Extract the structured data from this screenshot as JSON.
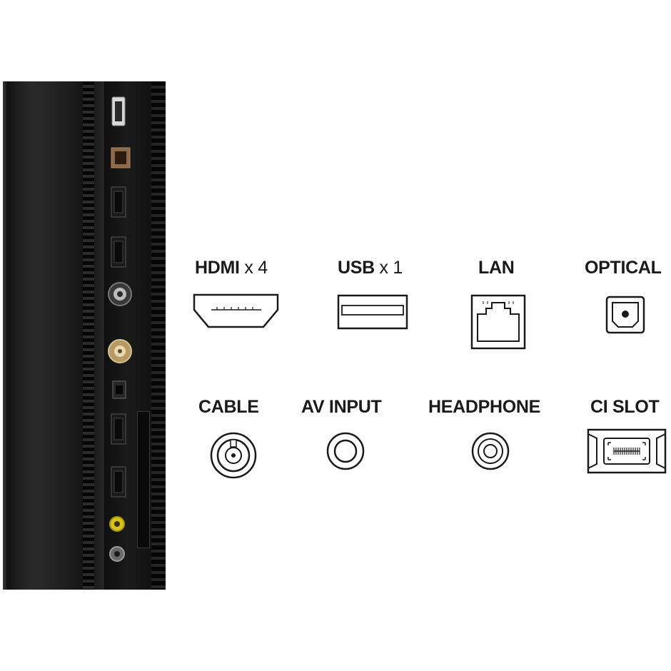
{
  "ports": {
    "hdmi": {
      "name": "HDMI",
      "qty": "x 4",
      "icon": "hdmi-port-icon"
    },
    "usb": {
      "name": "USB",
      "qty": "x 1",
      "icon": "usb-port-icon"
    },
    "lan": {
      "name": "LAN",
      "icon": "ethernet-port-icon"
    },
    "optical": {
      "name": "OPTICAL",
      "icon": "optical-port-icon"
    },
    "cable": {
      "name": "CABLE",
      "icon": "coax-port-icon"
    },
    "av_input": {
      "name": "AV INPUT",
      "icon": "av-jack-icon"
    },
    "headphone": {
      "name": "HEADPHONE",
      "icon": "headphone-jack-icon"
    },
    "ci_slot": {
      "name": "CI SLOT",
      "icon": "ci-card-icon"
    }
  },
  "colors": {
    "text": "#1a1a1a",
    "icon_stroke": "#1a1a1a",
    "tv_body": "#1d1d1d",
    "av_jack_yellow": "#d8c21a",
    "background": "#ffffff"
  }
}
